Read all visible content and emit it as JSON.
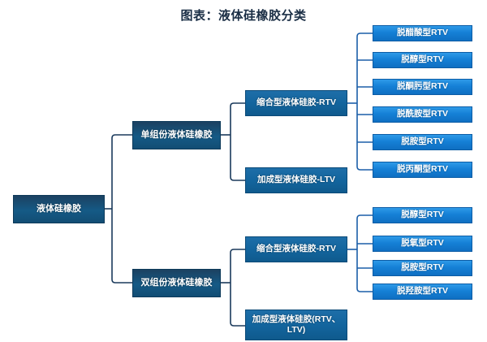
{
  "chart_title": "图表：液体硅橡胶分类",
  "colors": {
    "background": "#ffffff",
    "title_text": "#1a2e45",
    "root_node_fill": "#155a86",
    "level2_node_fill": "#155a86",
    "level3_node_fill": "#13659e",
    "leaf_node_fill": "#1580d6",
    "connector_dark": "#1b3a5c",
    "connector_blue": "#1b5ea8",
    "node_text": "#ffffff"
  },
  "diagram": {
    "type": "tree",
    "orientation": "left-to-right",
    "root": {
      "id": "root",
      "label": "液体硅橡胶"
    },
    "level2": [
      {
        "id": "single",
        "label": "单组份液体硅橡胶"
      },
      {
        "id": "double",
        "label": "双组份液体硅橡胶"
      }
    ],
    "level3": [
      {
        "id": "single-rtv",
        "parent": "single",
        "label": "缩合型液体硅胶-RTV"
      },
      {
        "id": "single-ltv",
        "parent": "single",
        "label": "加成型液体硅胶-LTV"
      },
      {
        "id": "double-rtv",
        "parent": "double",
        "label": "缩合型液体硅胶-RTV"
      },
      {
        "id": "double-ltv",
        "parent": "double",
        "label": "加成型液体硅胶(RTV、LTV)"
      }
    ],
    "leaves_top": [
      {
        "label": "脱醋酸型RTV"
      },
      {
        "label": "脱醇型RTV"
      },
      {
        "label": "脱酮肟型RTV"
      },
      {
        "label": "脱酰胺型RTV"
      },
      {
        "label": "脱胺型RTV"
      },
      {
        "label": "脱丙酮型RTV"
      }
    ],
    "leaves_bottom": [
      {
        "label": "脱醇型RTV"
      },
      {
        "label": "脱氧型RTV"
      },
      {
        "label": "脱胺型RTV"
      },
      {
        "label": "脱羟胺型RTV"
      }
    ]
  }
}
